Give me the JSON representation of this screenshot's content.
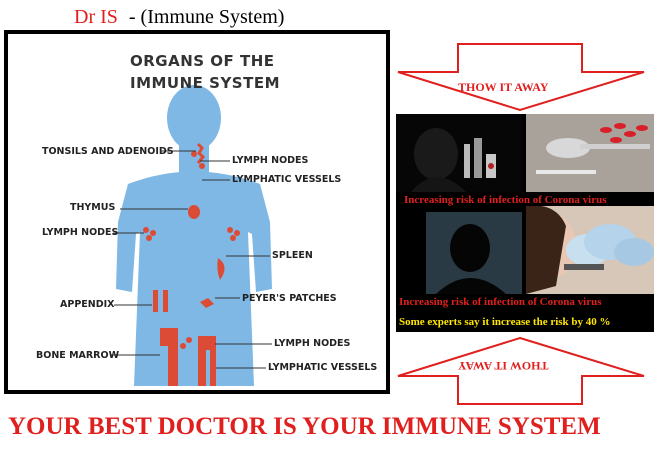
{
  "header": {
    "prefix": "Dr IS",
    "subtitle": "- (Immune System)"
  },
  "poster": {
    "title_line1": "ORGANS OF THE",
    "title_line2": "IMMUNE SYSTEM",
    "labels_left": [
      "TONSILS AND ADENOIDS",
      "THYMUS",
      "LYMPH NODES",
      "APPENDIX",
      "BONE MARROW"
    ],
    "labels_right": [
      "LYMPH NODES",
      "LYMPHATIC VESSELS",
      "SPLEEN",
      "PEYER'S PATCHES",
      "LYMPH NODES",
      "LYMPHATIC VESSELS"
    ]
  },
  "arrows": {
    "top_text": "THOW IT AWAY",
    "bottom_text": "THOW IT AWAY"
  },
  "risk_panel": {
    "caption1": "Increasing risk of infection of Corona virus",
    "caption2": "Increasing risk of infection of Corona virus",
    "caption3": "Some experts say it increase the risk by 40 %"
  },
  "footer": {
    "slogan": "YOUR BEST DOCTOR IS YOUR IMMUNE SYSTEM"
  },
  "colors": {
    "accent_red": "#e0201e",
    "body_blue": "#7fb8e4",
    "organ_red": "#dc4b35",
    "caption_yellow": "#ffe600"
  }
}
